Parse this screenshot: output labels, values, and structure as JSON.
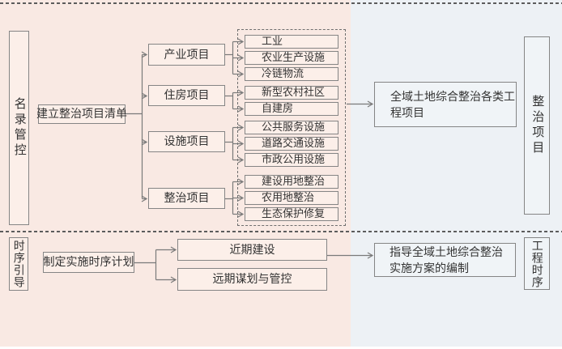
{
  "diagram": {
    "top": {
      "side_label": "名录管控",
      "root_label": "建立整治项目清单",
      "groups": [
        {
          "label": "产业项目",
          "items": [
            "工业",
            "农业生产设施",
            "冷链物流"
          ]
        },
        {
          "label": "住房项目",
          "items": [
            "新型农村社区",
            "自建房"
          ]
        },
        {
          "label": "设施项目",
          "items": [
            "公共服务设施",
            "道路交通设施",
            "市政公用设施"
          ]
        },
        {
          "label": "整治项目",
          "items": [
            "建设用地整治",
            "农用地整治",
            "生态保护修复"
          ]
        }
      ],
      "result_label": "全域土地综合整治各类工程项目",
      "right_label": "整治项目"
    },
    "bottom": {
      "side_label": "时序引导",
      "root_label": "制定实施时序计划",
      "near_label": "近期建设",
      "far_label": "远期谋划与管控",
      "result_label": "指导全域土地综合整治实施方案的编制",
      "right_label": "工程时序"
    },
    "colors": {
      "panel_pink": "#f9e9e3",
      "panel_blue": "#edf1f5",
      "box_border": "#858585",
      "connector": "#7a7a7a",
      "dash_line": "#5c5c5c"
    }
  }
}
